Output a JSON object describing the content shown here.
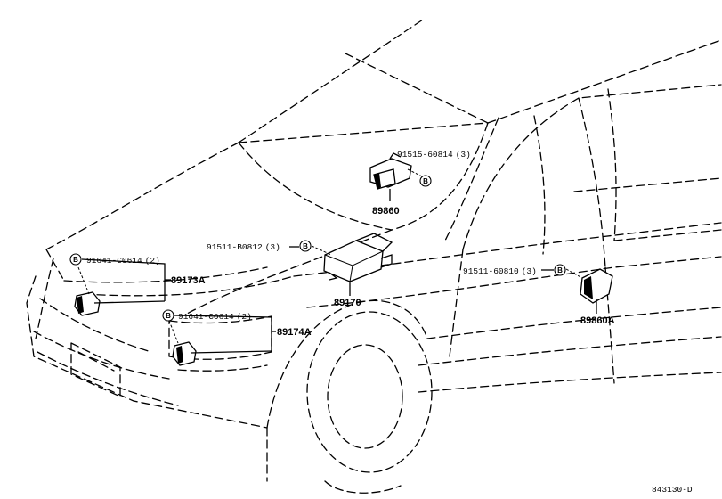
{
  "diagram": {
    "ref_code": "843130-D",
    "bolt_symbol": "B",
    "parts": [
      {
        "id": "p89860",
        "number": "89860"
      },
      {
        "id": "p89170",
        "number": "89170"
      },
      {
        "id": "p89173A",
        "number": "89173A"
      },
      {
        "id": "p89174A",
        "number": "89174A"
      },
      {
        "id": "p89860A",
        "number": "89860A"
      }
    ],
    "fasteners": [
      {
        "id": "f1",
        "number": "91515-60814",
        "qty": "(3)"
      },
      {
        "id": "f2",
        "number": "91511-B0812",
        "qty": "(3)"
      },
      {
        "id": "f3",
        "number": "91641-C0614",
        "qty": "(2)"
      },
      {
        "id": "f4",
        "number": "91641-C0614",
        "qty": "(2)"
      },
      {
        "id": "f5",
        "number": "91511-60810",
        "qty": "(3)"
      }
    ]
  }
}
